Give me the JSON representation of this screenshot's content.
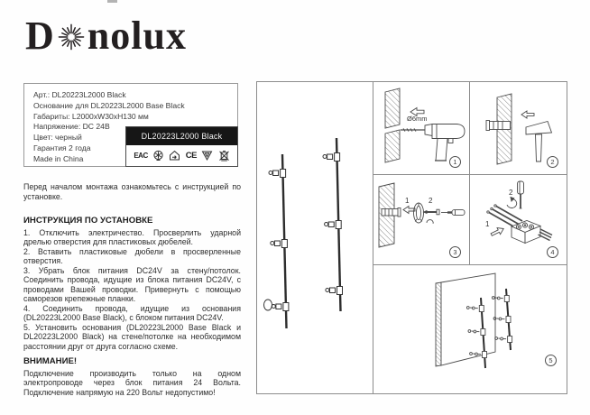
{
  "logo": {
    "prefix": "D",
    "suffix": "nolux"
  },
  "info_box": {
    "lines": [
      "Арт.: DL20223L2000 Black",
      "Основание для DL20223L2000 Base Black",
      "Габариты: L2000xW30xH130 мм",
      "Напряжение: DC 24В",
      "Цвет: черный",
      "Гарантия 2 года",
      "Made in China"
    ],
    "label": "DL20223L2000 Black",
    "cert": {
      "eac": "EAC",
      "ce": "CE"
    }
  },
  "intro_text": "Перед началом монтажа ознакомьтесь с инструкцией по установке.",
  "instructions": {
    "heading": "ИНСТРУКЦИЯ ПО УСТАНОВКЕ",
    "steps": [
      "1. Отключить электричество. Просверлить ударной дрелью отверстия для пластиковых дюбелей.",
      "2. Вставить пластиковые дюбели в просверленные отверстия.",
      "3. Убрать блок питания DC24V за стену/потолок. Соединить провода, идущие из блока питания DC24V, с проводами Вашей проводки. Привернуть с помощью саморезов крепежные планки.",
      "4. Соединить провода, идущие из основания (DL20223L2000 Base Black), с блоком питания DC24V.",
      "5. Установить основания (DL20223L2000 Base Black и DL20223L2000 Black) на стене/потолке на необходимом расстоянии друг от друга согласно схеме."
    ]
  },
  "attention": {
    "heading": "ВНИМАНИЕ!",
    "text": "Подключение производить только на одном электропроводе через блок питания 24 Вольта. Подключение напрямую на 220 Вольт недопустимо!"
  },
  "figure": {
    "drill_diameter": "Ø6mm",
    "panel_numbers": [
      "1",
      "2",
      "3",
      "4",
      "5"
    ],
    "callouts": {
      "one": "1",
      "two": "2"
    }
  },
  "colors": {
    "label_bg": "#161616",
    "label_text": "#f2f2f2",
    "border_gray": "#8c8c8c",
    "ink": "#3f3f3f",
    "logo_ink": "#231f20"
  }
}
